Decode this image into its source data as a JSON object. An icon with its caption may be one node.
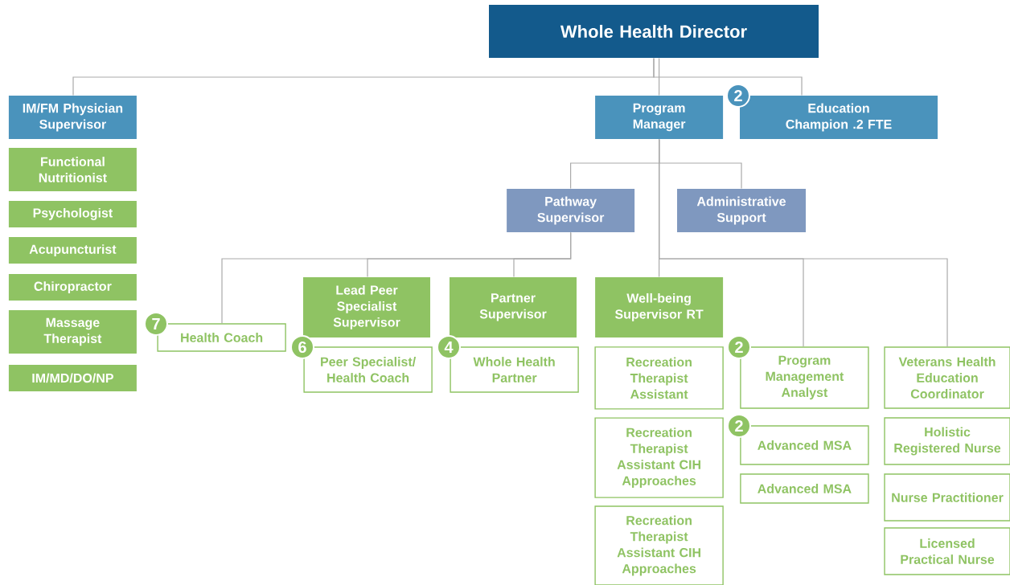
{
  "diagram": {
    "nodes": [
      {
        "text": [
          "Whole Health Director"
        ]
      },
      {
        "text": [
          "IM/FM Physician Supervisor"
        ]
      },
      {
        "text": [
          "Program Manager"
        ]
      },
      {
        "text": [
          "Education Champion .2 FTE"
        ],
        "beside": [
          "2"
        ]
      },
      {
        "text": [
          "Functional Nutritionist"
        ]
      },
      {
        "text": [
          "Pathway Supervisor"
        ]
      },
      {
        "text": [
          "Administrative Support"
        ]
      },
      {
        "text": [
          "Psychologist"
        ]
      },
      {
        "text": [
          "Acupuncturist"
        ]
      },
      {
        "text": [
          "Lead Peer Specialist Supervisor"
        ]
      },
      {
        "text": [
          "Partner Supervisor"
        ]
      },
      {
        "text": [
          "Well-being Supervisor RT"
        ]
      },
      {
        "text": [
          "Chiropractor"
        ]
      },
      {
        "text": [
          "Massage Therapist"
        ]
      },
      {
        "text": [
          "Health Coach"
        ],
        "beside": [
          "7"
        ]
      },
      {
        "text": [
          "Peer Specialist/ Health Coach"
        ],
        "beside": [
          "6"
        ]
      },
      {
        "text": [
          "Whole Health Partner"
        ],
        "beside": [
          "4"
        ]
      },
      {
        "text": [
          "Recreation Therapist Assistant"
        ]
      },
      {
        "text": [
          "Program Management Analyst"
        ],
        "beside": [
          "2"
        ]
      },
      {
        "text": [
          "Veterans Health Education Coordinator"
        ]
      },
      {
        "text": [
          "IM/MD/DO/NP"
        ]
      },
      {
        "text": [
          "Recreation Therapist Assistant CIH Approaches"
        ]
      },
      {
        "text": [
          "Advanced MSA"
        ],
        "beside": [
          "2"
        ]
      },
      {
        "text": [
          "Holistic Registered Nurse"
        ]
      },
      {
        "text": [
          "Advanced MSA"
        ]
      },
      {
        "text": [
          "Nurse Practitioner"
        ]
      },
      {
        "text": [
          "Recreation Therapist Assistant CIH Approaches"
        ]
      },
      {
        "text": [
          "Licensed Practical Nurse"
        ]
      }
    ],
    "edges": [
      {
        "from": 0,
        "to": 1,
        "arrow": "none"
      },
      {
        "from": 0,
        "to": 2,
        "arrow": "none"
      },
      {
        "from": 0,
        "to": 3,
        "arrow": "none"
      },
      {
        "from": 2,
        "to": 5,
        "arrow": "none"
      },
      {
        "from": 2,
        "to": 6,
        "arrow": "none"
      },
      {
        "from": 2,
        "to": 11,
        "arrow": "none"
      },
      {
        "from": 2,
        "to": 18,
        "arrow": "none"
      },
      {
        "from": 2,
        "to": 19,
        "arrow": "none"
      },
      {
        "from": 5,
        "to": 14,
        "arrow": "none"
      },
      {
        "from": 5,
        "to": 9,
        "arrow": "none"
      },
      {
        "from": 5,
        "to": 10,
        "arrow": "none"
      }
    ]
  }
}
